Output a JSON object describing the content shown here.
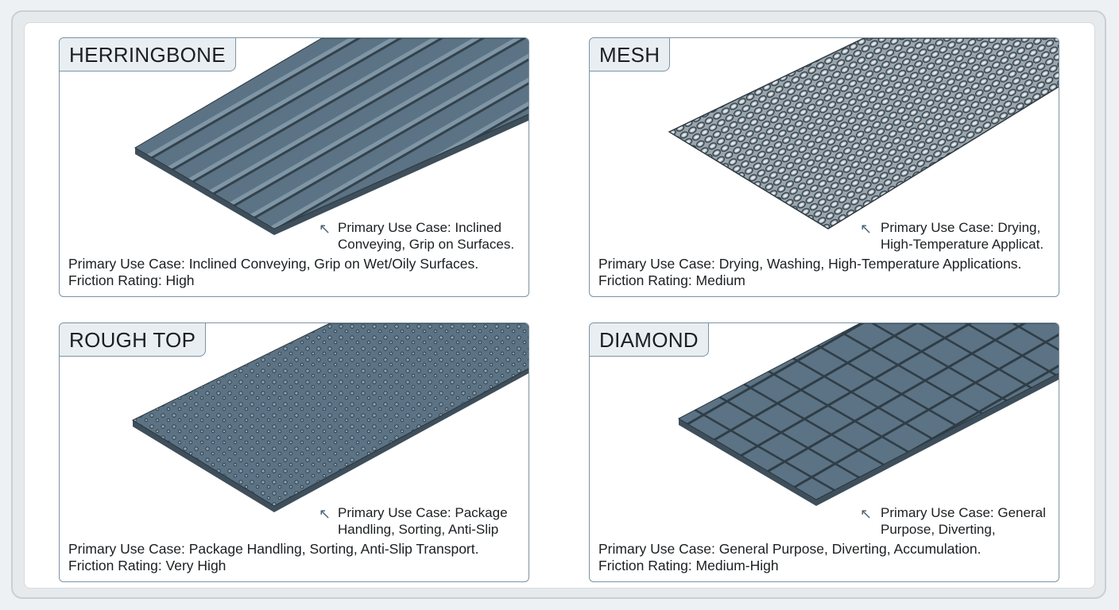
{
  "panels": [
    {
      "title": "HERRINGBONE",
      "callout": [
        "Primary Use Case: Inclined",
        "Conveying, Grip on Surfaces."
      ],
      "use_case": "Primary Use Case: Inclined Conveying, Grip on Wet/Oily Surfaces.",
      "friction": "Friction Rating: High"
    },
    {
      "title": "MESH",
      "callout": [
        "Primary Use Case: Drying,",
        "High-Temperature Applicat."
      ],
      "use_case": "Primary Use Case: Drying, Washing, High-Temperature Applications.",
      "friction": "Friction Rating: Medium"
    },
    {
      "title": "ROUGH TOP",
      "callout": [
        "Primary Use Case: Package",
        "Handling, Sorting, Anti-Slip"
      ],
      "use_case": "Primary Use Case: Package Handling, Sorting, Anti-Slip Transport.",
      "friction": "Friction Rating: Very High"
    },
    {
      "title": "DIAMOND",
      "callout": [
        "Primary Use Case: General",
        "Purpose, Diverting,"
      ],
      "use_case": "Primary Use Case: General Purpose, Diverting, Accumulation.",
      "friction": "Friction Rating: Medium-High"
    }
  ],
  "colors": {
    "belt": "#5b7384",
    "belt_dark": "#3e4f5b",
    "border": "#7d93a3"
  }
}
